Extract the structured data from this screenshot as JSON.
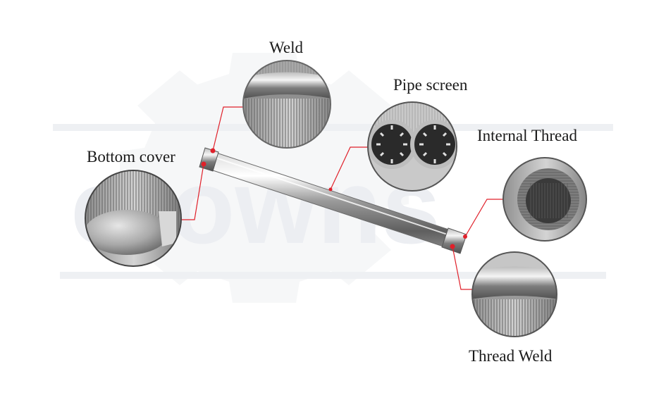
{
  "image": {
    "description_free": true,
    "labels": {
      "weld": "Weld",
      "pipe_screen": "Pipe screen",
      "internal_thread": "Internal Thread",
      "bottom_cover": "Bottom cover",
      "thread_weld": "Thread Weld"
    },
    "watermark_text": "crowns",
    "colors": {
      "callout_line": "#e0202a",
      "marker": "#e0202a",
      "watermark": "#eef0f3",
      "steel_dark": "#6b6b6b",
      "steel_light": "#e9e9e9"
    }
  }
}
